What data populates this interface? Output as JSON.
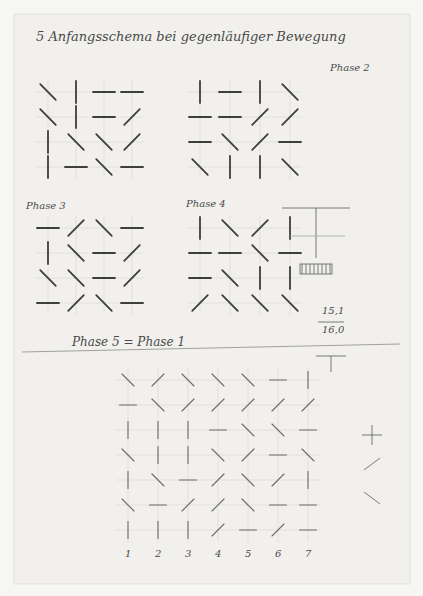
{
  "diagram": {
    "title": "5 Anfangsschema bei gegenläufiger Bewegung",
    "labels": [
      "Phase 2",
      "Phase 3",
      "Phase 4",
      "Phase 5 = Phase 1",
      "15,1",
      "16,0",
      "1",
      "2",
      "3",
      "4",
      "5",
      "6",
      "7"
    ]
  }
}
